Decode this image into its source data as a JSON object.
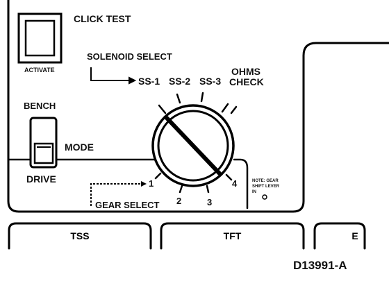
{
  "panel": {
    "click_test": "CLICK TEST",
    "activate": "ACTIVATE",
    "solenoid_select": "SOLENOID SELECT",
    "solenoids": [
      "SS-1",
      "SS-2",
      "SS-3"
    ],
    "ohms_line1": "OHMS",
    "ohms_line2": "CHECK",
    "bench": "BENCH",
    "mode": "MODE",
    "drive": "DRIVE",
    "gear_select": "GEAR SELECT",
    "gears": [
      "1",
      "2",
      "3",
      "4"
    ],
    "note_line1": "NOTE: GEAR",
    "note_line2": "SHIFT LEVER",
    "note_line3": "IN"
  },
  "tabs": [
    {
      "label": "TSS"
    },
    {
      "label": "TFT"
    },
    {
      "label": "E"
    }
  ],
  "figure_id": "D13991-A"
}
